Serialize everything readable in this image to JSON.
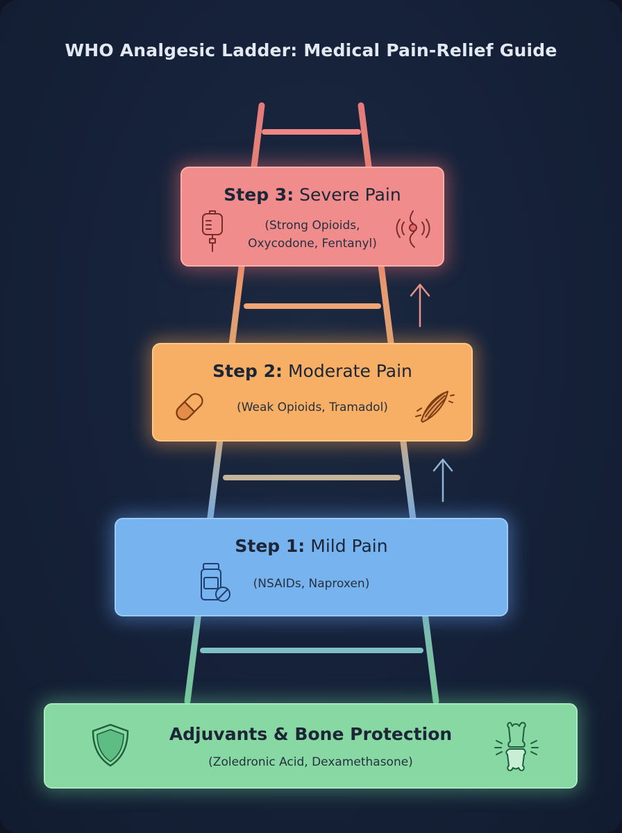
{
  "title": "WHO Analgesic Ladder: Medical Pain-Relief Guide",
  "steps": [
    {
      "step_label": "Step 3:",
      "level": "Severe Pain",
      "drugs_line1": "(Strong Opioids,",
      "drugs_line2": "Oxycodone, Fentanyl)",
      "left_icon": "iv-bag-icon",
      "right_icon": "nerve-pain-icon",
      "color": "#f08c8c"
    },
    {
      "step_label": "Step 2:",
      "level": "Moderate Pain",
      "drugs": "(Weak Opioids, Tramadol)",
      "left_icon": "capsule-icon",
      "right_icon": "muscle-pain-icon",
      "color": "#f7ae65"
    },
    {
      "step_label": "Step 1:",
      "level": "Mild Pain",
      "drugs": "(NSAIDs, Naproxen)",
      "left_icon": "pill-bottle-icon",
      "color": "#77b3ef"
    }
  ],
  "adjuvants": {
    "heading": "Adjuvants & Bone Protection",
    "drugs": "(Zoledronic Acid, Dexamethasone)",
    "left_icon": "shield-icon",
    "right_icon": "joint-bone-icon",
    "color": "#87d8a3"
  },
  "arrows": [
    "up-arrow-icon",
    "up-arrow-icon"
  ]
}
